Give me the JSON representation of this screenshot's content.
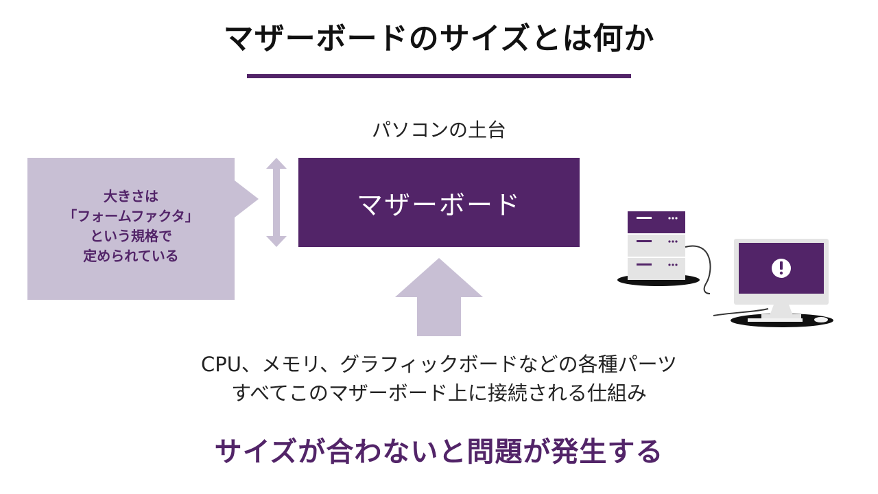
{
  "title": "マザーボードのサイズとは何か",
  "subtitle": "パソコンの土台",
  "callout": {
    "lines": [
      "大きさは",
      "「フォームファクタ」",
      "という規格で",
      "定められている"
    ]
  },
  "motherboard_label": "マザーボード",
  "description": {
    "lines": [
      "CPU、メモリ、グラフィックボードなどの各種パーツ",
      "すべてこのマザーボード上に接続される仕組み"
    ]
  },
  "warning": "サイズが合わないと問題が発生する",
  "icons": {
    "double_arrow": "vertical-double-arrow-icon",
    "up_arrow": "up-arrow-icon",
    "computer": "desktop-computer-icon",
    "alert": "exclamation-icon"
  },
  "colors": {
    "accent": "#522468",
    "light_accent": "#c8bfd4",
    "device_gray": "#e4e4e4"
  }
}
